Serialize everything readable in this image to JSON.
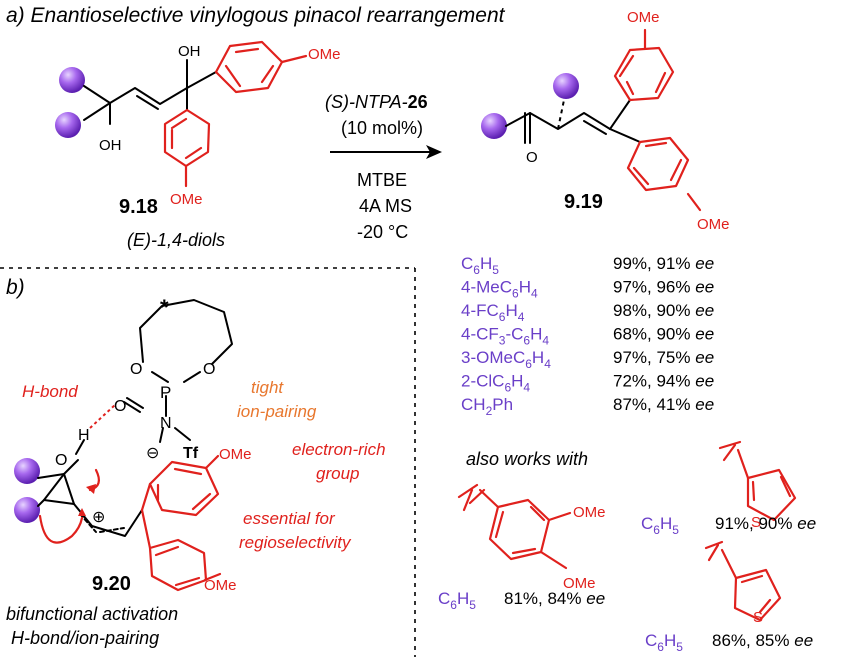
{
  "panel_a": {
    "title": "a) Enantioselective vinylogous pinacol rearrangement",
    "reactant": {
      "label": "9.18",
      "class": "(E)-1,4-diols",
      "oh_top": "OH",
      "oh_bottom": "OH",
      "ome_top": "OMe",
      "ome_bottom": "OMe"
    },
    "conditions": {
      "catalyst_prefix": "(S)-NTPA-",
      "catalyst_number": "26",
      "loading": "(10 mol%)",
      "solvent": "MTBE",
      "additive": "4A MS",
      "temperature": "-20 °C"
    },
    "product": {
      "label": "9.19",
      "carbonyl_o": "O",
      "ome_top": "OMe",
      "ome_bottom": "OMe"
    },
    "scope": [
      {
        "pre": "C",
        "sub": "6",
        "mid": "H",
        "sub2": "5",
        "post": "",
        "sub3": "",
        "tail": "",
        "yield_ee": "99%, 91% ",
        "ee": "ee"
      },
      {
        "pre": "4-MeC",
        "sub": "6",
        "mid": "H",
        "sub2": "4",
        "post": "",
        "sub3": "",
        "tail": "",
        "yield_ee": "97%, 96% ",
        "ee": "ee"
      },
      {
        "pre": "4-FC",
        "sub": "6",
        "mid": "H",
        "sub2": "4",
        "post": "",
        "sub3": "",
        "tail": "",
        "yield_ee": "98%, 90% ",
        "ee": "ee"
      },
      {
        "pre": "4-CF",
        "sub": "3",
        "mid": "-C",
        "sub2": "6",
        "post": "H",
        "sub3": "4",
        "tail": "",
        "yield_ee": "68%, 90% ",
        "ee": "ee"
      },
      {
        "pre": "3-OMeC",
        "sub": "6",
        "mid": "H",
        "sub2": "4",
        "post": "",
        "sub3": "",
        "tail": "",
        "yield_ee": "97%, 75% ",
        "ee": "ee"
      },
      {
        "pre": "2-ClC",
        "sub": "6",
        "mid": "H",
        "sub2": "4",
        "post": "",
        "sub3": "",
        "tail": "",
        "yield_ee": "72%, 94% ",
        "ee": "ee"
      },
      {
        "pre": "CH",
        "sub": "2",
        "mid": "Ph",
        "sub2": "",
        "post": "",
        "sub3": "",
        "tail": "",
        "yield_ee": "87%, 41% ",
        "ee": "ee"
      }
    ],
    "also_works": {
      "heading": "also works with",
      "dimethoxy": {
        "ome1": "OMe",
        "ome2": "OMe",
        "r_pre": "C",
        "r_sub": "6",
        "r_mid": "H",
        "r_sub2": "5",
        "result": "81%, 84% ",
        "ee": "ee"
      },
      "thien2": {
        "s": "S",
        "r_pre": "C",
        "r_sub": "6",
        "r_mid": "H",
        "r_sub2": "5",
        "result": "91%, 90% ",
        "ee": "ee"
      },
      "thien3": {
        "s": "S",
        "r_pre": "C",
        "r_sub": "6",
        "r_mid": "H",
        "r_sub2": "5",
        "result": "86%, 85% ",
        "ee": "ee"
      }
    }
  },
  "panel_b": {
    "title": "b)",
    "label": "9.20",
    "caption_line1": "bifunctional activation",
    "caption_line2": "H-bond/ion-pairing",
    "hbond": "H-bond",
    "tight_line1": "tight",
    "tight_line2": "ion-pairing",
    "erich_line1": "electron-rich",
    "erich_line2": "group",
    "essential_line1": "essential for",
    "essential_line2": "regioselectivity",
    "atoms": {
      "O1": "O",
      "O2": "O",
      "P": "P",
      "O_eq": "O",
      "N": "N",
      "Tf": "Tf",
      "minus": "⊖",
      "OH_O": "O",
      "H": "H",
      "plus": "⊕",
      "star": "*",
      "ome": "OMe",
      "ome2": "OMe"
    }
  },
  "colors": {
    "red": "#e0211d",
    "purple": "#6a3fc8",
    "sphere": "#9c5ee0",
    "orange": "#e8772e"
  }
}
